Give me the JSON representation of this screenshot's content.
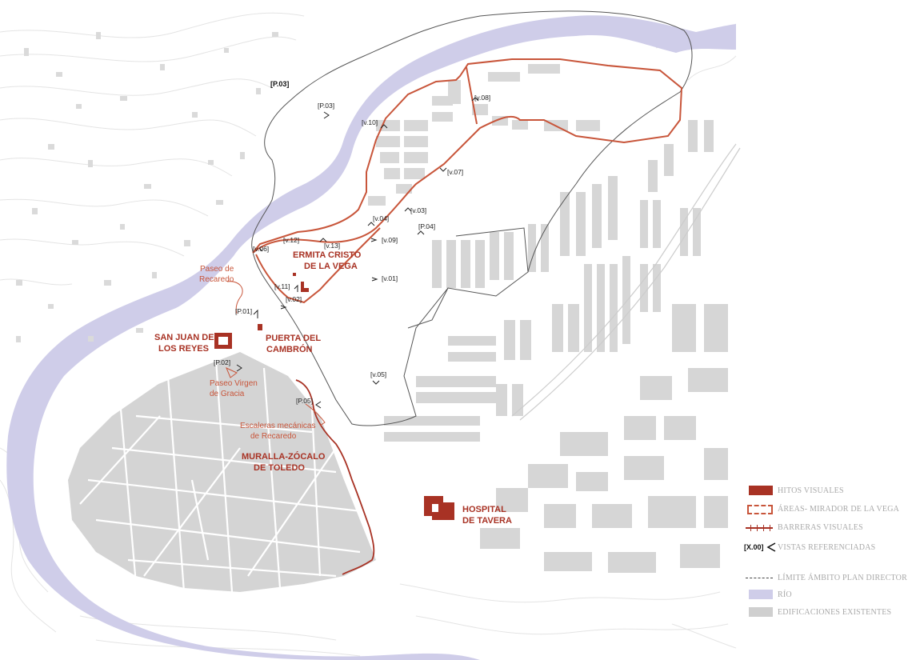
{
  "colors": {
    "river": "#cfcde9",
    "buildings": "#d7d7d7",
    "red": "#a83224",
    "orange": "#c8553a",
    "boundary": "#555555",
    "contour": "#e6e6e6"
  },
  "landmarks": [
    {
      "id": "ermita",
      "lines": [
        "ERMITA CRISTO",
        "DE LA VEGA"
      ]
    },
    {
      "id": "sanjuan",
      "lines": [
        "SAN JUAN DE",
        "LOS REYES"
      ]
    },
    {
      "id": "cambron",
      "lines": [
        "PUERTA DEL",
        "CAMBRÓN"
      ]
    },
    {
      "id": "muralla",
      "lines": [
        "MURALLA-ZÓCALO",
        "DE TOLEDO"
      ]
    },
    {
      "id": "hospital",
      "lines": [
        "HOSPITAL",
        "DE TAVERA"
      ]
    }
  ],
  "places": [
    {
      "id": "recaredo",
      "lines": [
        "Paseo de",
        "Recaredo"
      ]
    },
    {
      "id": "virgen",
      "lines": [
        "Paseo Virgen",
        "de Gracia"
      ]
    },
    {
      "id": "escaleras",
      "lines": [
        "Escaleras mecánicas",
        "de Recaredo"
      ]
    }
  ],
  "views": [
    "[v.08]",
    "[v.10]",
    "[v.07]",
    "[v.03]",
    "[v.04]",
    "[v.09]",
    "[P.04]",
    "[v.12]",
    "[v.13]",
    "[v.06]",
    "[v.01]",
    "[v.11]",
    "[v.02]",
    "[P.01]",
    "[P.02]",
    "[P.05]",
    "[v.05]",
    "[P.03]"
  ],
  "p03_title": "[P.03]",
  "legend": {
    "hitos": "HITOS VISUALES",
    "areas": "ÁREAS- MIRADOR DE LA VEGA",
    "barreras": "BARRERAS VISUALES",
    "vistas_code": "[X.00]",
    "vistas": "VISTAS REFERENCIADAS",
    "limite": "LÍMITE ÁMBITO PLAN DIRECTOR",
    "rio": "RÍO",
    "edificaciones": "EDIFICACIONES EXISTENTES"
  }
}
